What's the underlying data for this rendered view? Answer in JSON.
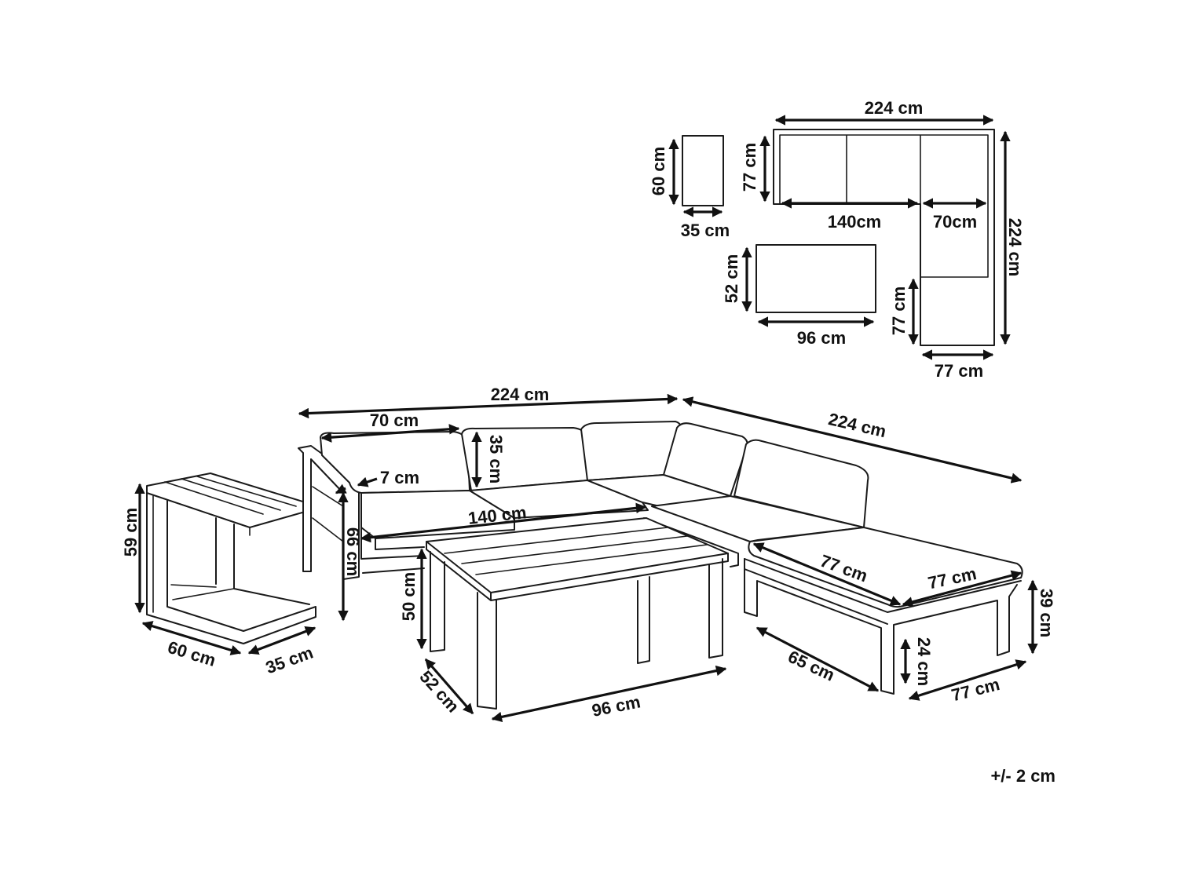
{
  "tolerance": "+/- 2 cm",
  "plan_view": {
    "sofa_width": "224 cm",
    "sofa_depth": "224 cm",
    "sofa_seat_depth": "77 cm",
    "two_seater_width": "140cm",
    "corner_width": "70cm",
    "chaise_depth": "77 cm",
    "chaise_width": "77 cm",
    "side_table_depth": "60 cm",
    "side_table_width": "35 cm",
    "coffee_table_depth": "52 cm",
    "coffee_table_width": "96 cm"
  },
  "perspective_view": {
    "sofa_front_width": "224 cm",
    "sofa_side_width": "224 cm",
    "cushion_width": "70 cm",
    "cushion_height": "35 cm",
    "armrest_width": "7 cm",
    "seat_width": "140 cm",
    "sofa_height": "66 cm",
    "side_table_height": "59 cm",
    "side_table_width": "60 cm",
    "side_table_depth": "35 cm",
    "table_height": "50 cm",
    "table_depth": "52 cm",
    "table_width": "96 cm",
    "ottoman_top_depth": "77 cm",
    "ottoman_top_width": "77 cm",
    "ottoman_height": "39 cm",
    "ottoman_base_depth": "65 cm",
    "ottoman_leg_height": "24 cm",
    "ottoman_base_width": "77 cm"
  }
}
